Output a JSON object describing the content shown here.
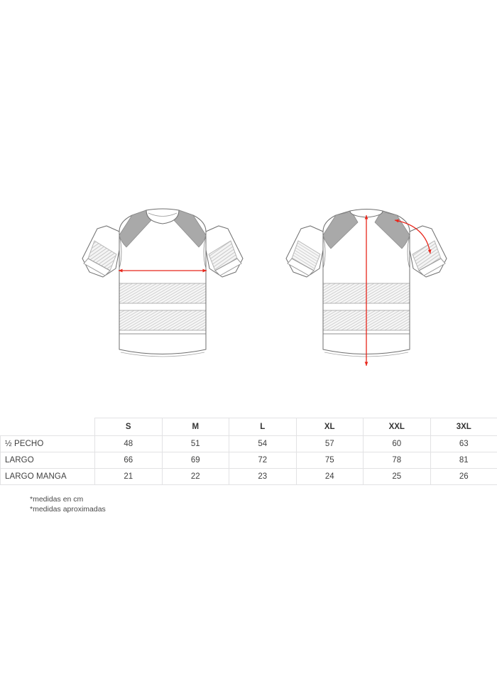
{
  "illustration": {
    "front": {
      "name": "t-shirt-front-view",
      "measurement_label": "½ PECHO",
      "arrow_type": "horizontal-double-arrow"
    },
    "back": {
      "name": "t-shirt-back-view",
      "measurement_labels": [
        "LARGO",
        "LARGO MANGA"
      ],
      "arrow_types": [
        "vertical-double-arrow",
        "curved-sleeve-arrow"
      ]
    },
    "colors": {
      "outline": "#6b6b6b",
      "panel_gray": "#a8a8a8",
      "hatch_gray": "#bdbdbd",
      "arrow_red": "#e8261b",
      "background": "#ffffff"
    }
  },
  "table": {
    "corner_label": "",
    "sizes": [
      "S",
      "M",
      "L",
      "XL",
      "XXL",
      "3XL"
    ],
    "rows": [
      {
        "label": "½  PECHO",
        "values": [
          "48",
          "51",
          "54",
          "57",
          "60",
          "63"
        ]
      },
      {
        "label": "LARGO",
        "values": [
          "66",
          "69",
          "72",
          "75",
          "78",
          "81"
        ]
      },
      {
        "label": "LARGO MANGA",
        "values": [
          "21",
          "22",
          "23",
          "24",
          "25",
          "26"
        ]
      }
    ]
  },
  "footnotes": [
    "*medidas en cm",
    "*medidas aproximadas"
  ]
}
